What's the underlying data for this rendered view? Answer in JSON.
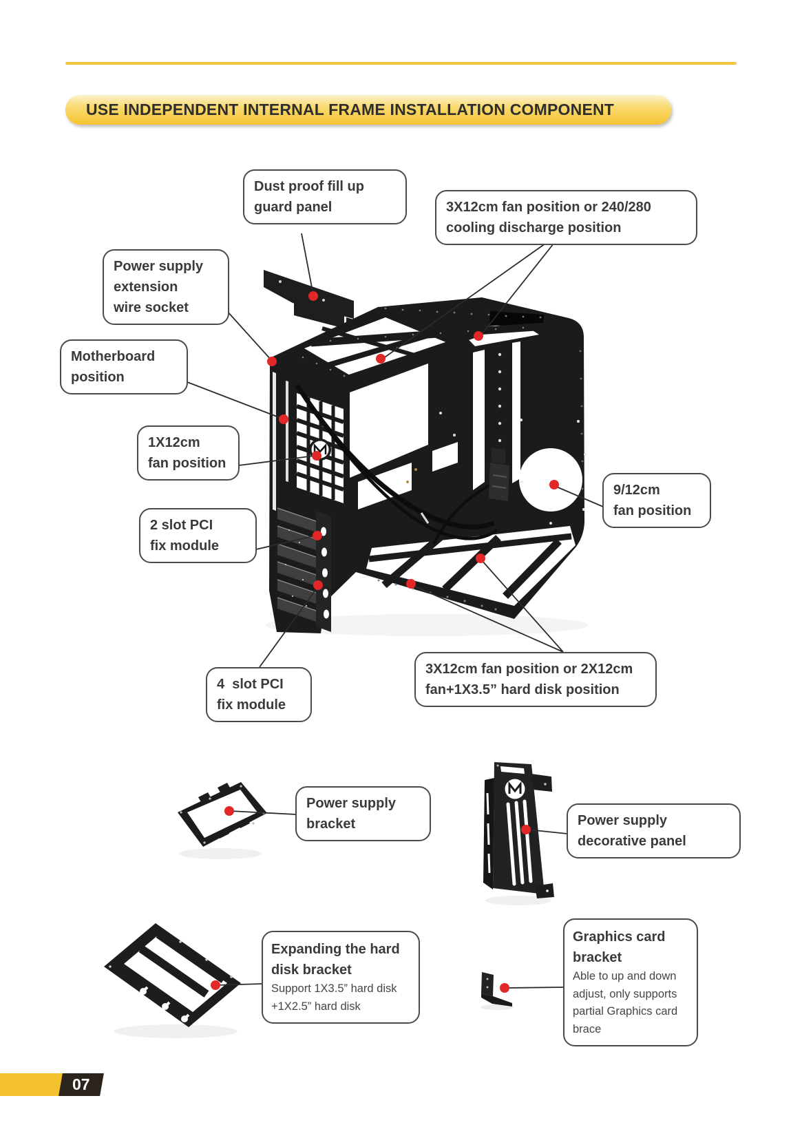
{
  "header": {
    "title": "USE INDEPENDENT INTERNAL FRAME INSTALLATION COMPONENT"
  },
  "page": {
    "number": "07"
  },
  "callouts": {
    "dust_panel": {
      "lines": [
        "Dust proof fill up",
        "guard panel"
      ]
    },
    "top_fan": {
      "lines": [
        "3X12cm fan position or 240/280",
        "cooling discharge position"
      ]
    },
    "psu_socket": {
      "lines": [
        "Power supply",
        "extension",
        "wire socket"
      ]
    },
    "motherboard": {
      "lines": [
        "Motherboard",
        "position"
      ]
    },
    "fan_1x12": {
      "lines": [
        "1X12cm",
        "fan position"
      ]
    },
    "pci_2slot": {
      "lines": [
        "2 slot PCI",
        "fix module"
      ]
    },
    "fan_9_12": {
      "lines": [
        "9/12cm",
        "fan position"
      ]
    },
    "pci_4slot": {
      "lines": [
        "4  slot PCI",
        "fix module"
      ]
    },
    "floor_fan": {
      "lines": [
        "3X12cm fan position or 2X12cm",
        "fan+1X3.5” hard disk position"
      ]
    },
    "ps_bracket": {
      "lines": [
        "Power supply",
        "bracket"
      ]
    },
    "ps_decor": {
      "lines": [
        "Power supply",
        "decorative panel"
      ]
    },
    "hdd_expand": {
      "title_lines": [
        "Expanding the hard",
        "disk bracket"
      ],
      "body_lines": [
        "Support 1X3.5” hard disk",
        "+1X2.5” hard disk"
      ]
    },
    "gpu_bracket": {
      "title_lines": [
        "Graphics card",
        "bracket"
      ],
      "body_lines": [
        "Able to up and down",
        "adjust, only supports",
        "partial Graphics card",
        "brace"
      ]
    }
  },
  "colors": {
    "accent_yellow": "#F4C330",
    "accent_yellow_light": "#FDF3CC",
    "marker_red": "#E12727",
    "leader_line": "#2B2B2B",
    "text_dark": "#3A3A3A",
    "case_black": "#1B1B1B",
    "footer_dark": "#2B241D"
  }
}
